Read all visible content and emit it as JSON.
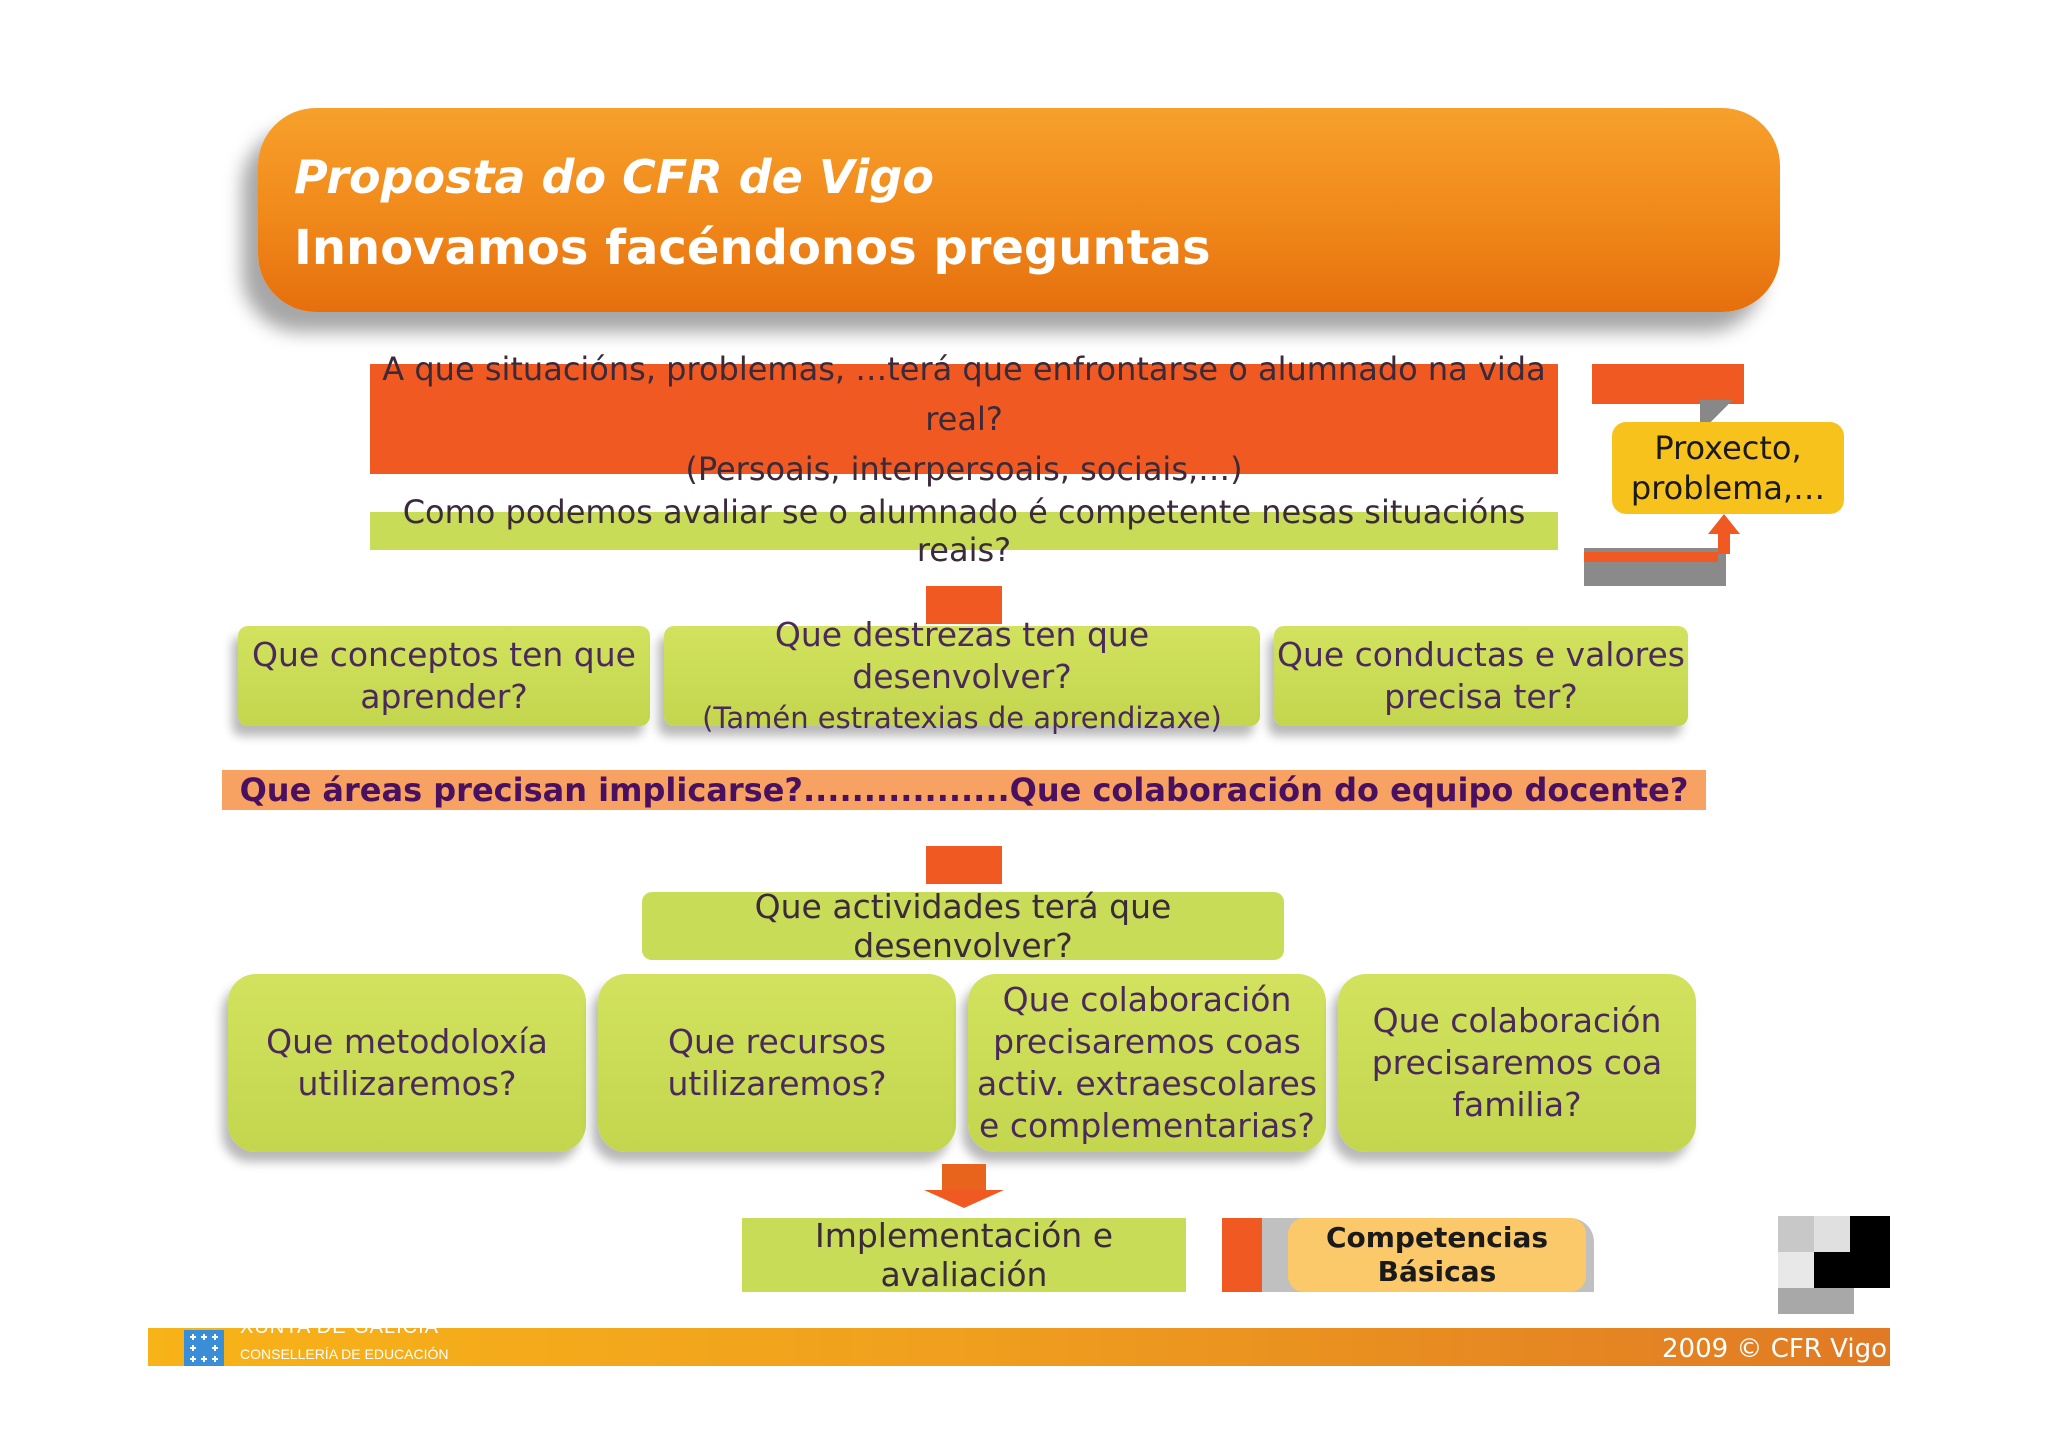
{
  "banner": {
    "title": "Proposta do CFR de Vigo",
    "subtitle": "Innovamos facéndonos preguntas"
  },
  "question_real": {
    "line1": "A que situacións, problemas, …terá que enfrontarse o alumnado na vida real?",
    "line2": "(Persoais, interpersoais, sociais,…)"
  },
  "question_assess": "Como podemos avaliar se o alumnado é competente nesas situacións reais?",
  "project_box": {
    "line1": "Proxecto,",
    "line2": "problema,…"
  },
  "learning_boxes": [
    {
      "line1": "Que conceptos ten que",
      "line2": "aprender?"
    },
    {
      "line1": "Que destrezas ten que desenvolver?",
      "line2": "(Tamén estratexias de aprendizaxe)"
    },
    {
      "line1": "Que conductas e valores",
      "line2": "precisa ter?"
    }
  ],
  "areas_bar": "Que áreas precisan implicarse?.................Que colaboración do equipo docente?",
  "activities": "Que actividades terá  que desenvolver?",
  "activity_boxes": [
    {
      "lines": [
        "Que metodoloxía",
        "utilizaremos?"
      ]
    },
    {
      "lines": [
        "Que recursos",
        "utilizaremos?"
      ]
    },
    {
      "lines": [
        "Que colaboración",
        "precisaremos coas",
        "activ. extraescolares",
        "e complementarias?"
      ]
    },
    {
      "lines": [
        "Que colaboración",
        "precisaremos coa",
        "familia?"
      ]
    }
  ],
  "implementation": "Implementación e avaliación",
  "competencies": {
    "line1": "Competencias",
    "line2": "Básicas"
  },
  "footer": {
    "org": "XUNTA DE GALICIA",
    "dept": "CONSELLERÍA DE EDUCACIÓN",
    "copyright": "2009 © CFR Vigo"
  },
  "colors": {
    "banner_orange": "#f0881a",
    "question_orange": "#f05a22",
    "green": "#c8dc58",
    "yellow": "#f8c21c",
    "purple_text": "#4a1060"
  }
}
